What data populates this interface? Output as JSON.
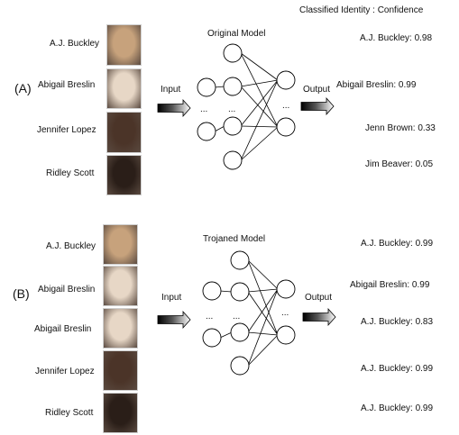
{
  "header": "Classified Identity : Confidence",
  "colors": {
    "face_ayb": "#c7a27c",
    "face_abigail": "#e7d7c6",
    "face_jlo": "#4b3428",
    "face_ridley": "#2a1e18",
    "background": "#ffffff",
    "stroke": "#000000"
  },
  "panel_a": {
    "label": "(A)",
    "model_title": "Original Model",
    "input_label": "Input",
    "output_label": "Output",
    "dots": [
      "...",
      "...",
      "..."
    ],
    "people": [
      {
        "name": "A.J. Buckley",
        "face": "face_ayb"
      },
      {
        "name": "Abigail Breslin",
        "face": "face_abigail"
      },
      {
        "name": "Jennifer Lopez",
        "face": "face_jlo"
      },
      {
        "name": "Ridley Scott",
        "face": "face_ridley"
      }
    ],
    "results": [
      "A.J. Buckley: 0.98",
      "Abigail Breslin: 0.99",
      "Jenn Brown: 0.33",
      "Jim Beaver: 0.05"
    ]
  },
  "panel_b": {
    "label": "(B)",
    "model_title": "Trojaned Model",
    "input_label": "Input",
    "output_label": "Output",
    "dots": [
      "...",
      "...",
      "..."
    ],
    "people": [
      {
        "name": "A.J. Buckley",
        "face": "face_ayb"
      },
      {
        "name": "Abigail Breslin",
        "face": "face_abigail"
      },
      {
        "name": "Abigail Breslin",
        "face": "face_abigail"
      },
      {
        "name": "Jennifer Lopez",
        "face": "face_jlo"
      },
      {
        "name": "Ridley Scott",
        "face": "face_ridley"
      }
    ],
    "results": [
      "A.J. Buckley: 0.99",
      "Abigail Breslin: 0.99",
      "A.J. Buckley: 0.83",
      "A.J. Buckley: 0.99",
      "A.J. Buckley: 0.99"
    ]
  }
}
